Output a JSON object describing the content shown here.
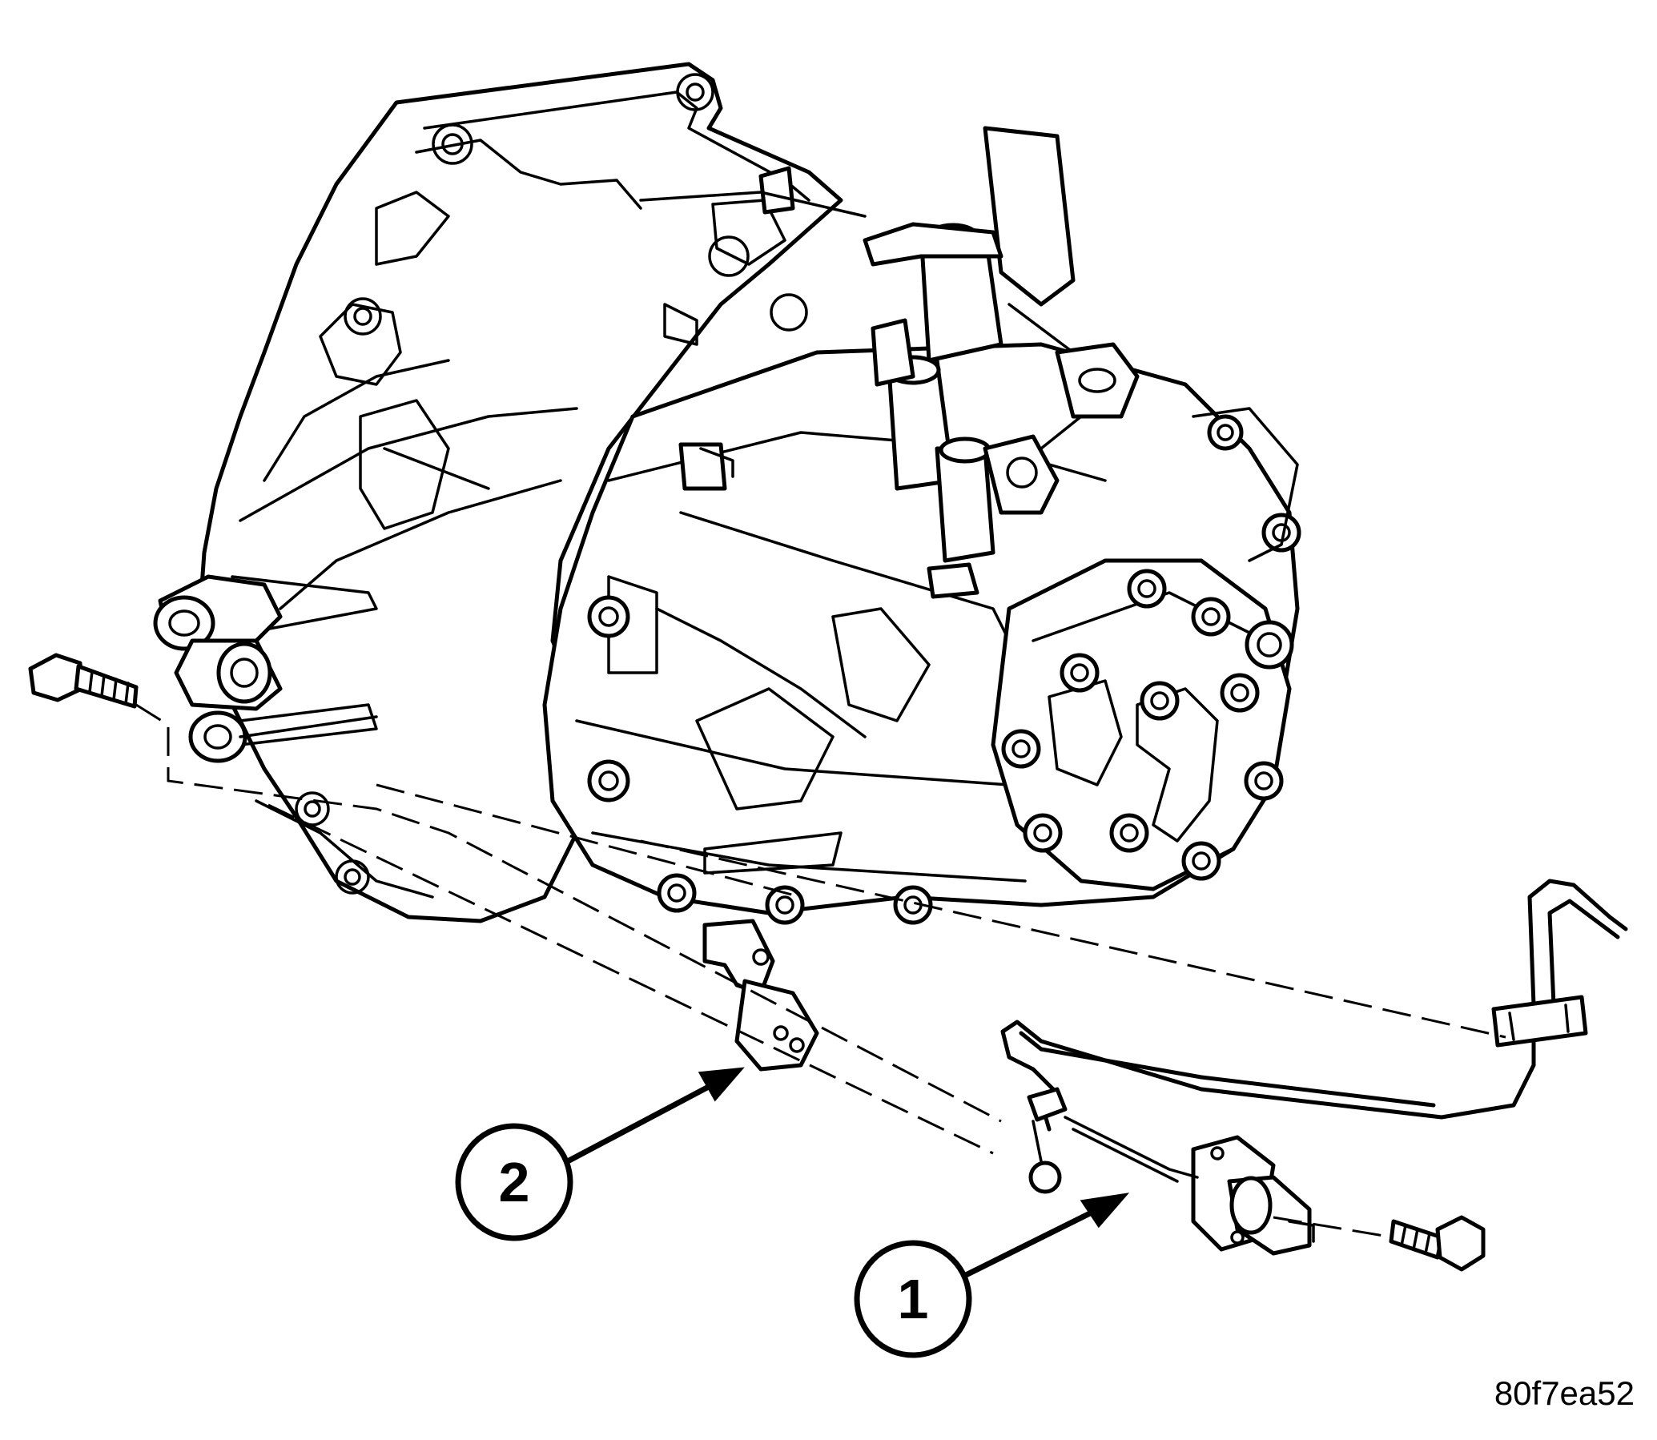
{
  "callouts": [
    {
      "number": "1",
      "target": "clutch-slave-cylinder"
    },
    {
      "number": "2",
      "target": "mounting-bracket"
    }
  ],
  "figure_id": "80f7ea52",
  "colors": {
    "ink": "#000000",
    "paper": "#ffffff"
  }
}
